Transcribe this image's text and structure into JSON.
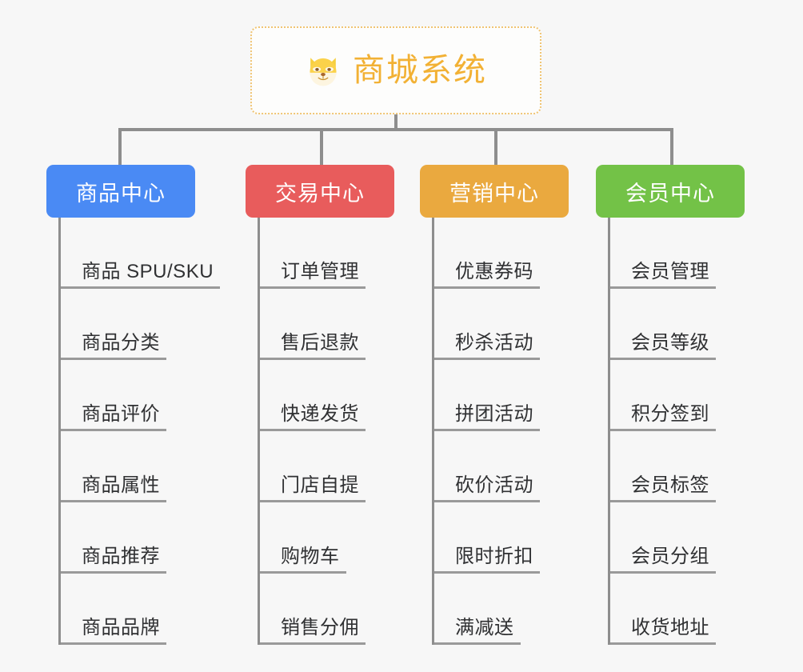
{
  "diagram": {
    "type": "mind-map",
    "background_color": "#f7f7f7",
    "root": {
      "title": "商城系统",
      "icon": "shiba-dog-face-icon",
      "title_color": "#f2b134",
      "border_color": "#f0c473",
      "border_style": "dotted",
      "fill_color": "#fdfdfc"
    },
    "connector_color": "#8e8e8e",
    "leaf_text_color": "#303133",
    "leaf_underline_color": "#9a9a9a",
    "branches": [
      {
        "label": "商品中心",
        "color": "#4a8af4",
        "items": [
          "商品 SPU/SKU",
          "商品分类",
          "商品评价",
          "商品属性",
          "商品推荐",
          "商品品牌"
        ]
      },
      {
        "label": "交易中心",
        "color": "#e85c5c",
        "items": [
          "订单管理",
          "售后退款",
          "快递发货",
          "门店自提",
          "购物车",
          "销售分佣"
        ]
      },
      {
        "label": "营销中心",
        "color": "#eaa93f",
        "items": [
          "优惠券码",
          "秒杀活动",
          "拼团活动",
          "砍价活动",
          "限时折扣",
          "满减送"
        ]
      },
      {
        "label": "会员中心",
        "color": "#73c247",
        "items": [
          "会员管理",
          "会员等级",
          "积分签到",
          "会员标签",
          "会员分组",
          "收货地址"
        ]
      }
    ]
  }
}
